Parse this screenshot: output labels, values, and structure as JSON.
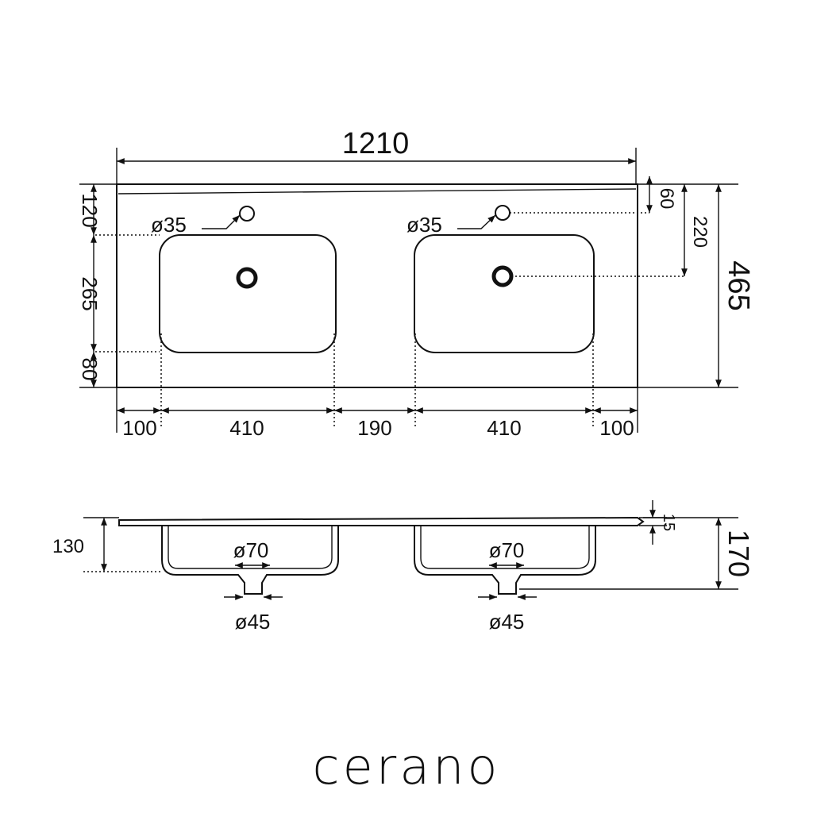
{
  "top_view": {
    "overall_width": "1210",
    "overall_depth": "465",
    "left_dims": [
      "120",
      "265",
      "80"
    ],
    "right_dims": [
      "60",
      "220"
    ],
    "bottom_dims": [
      "100",
      "410",
      "190",
      "410",
      "100"
    ],
    "tap_hole_left": "ø35",
    "tap_hole_right": "ø35"
  },
  "side_view": {
    "depth_basin": "130",
    "rim_thickness": "15",
    "total_height": "170",
    "waste_outer_left": "ø70",
    "waste_outer_right": "ø70",
    "waste_inner_left": "ø45",
    "waste_inner_right": "ø45"
  },
  "brand": {
    "name": "cerano"
  }
}
